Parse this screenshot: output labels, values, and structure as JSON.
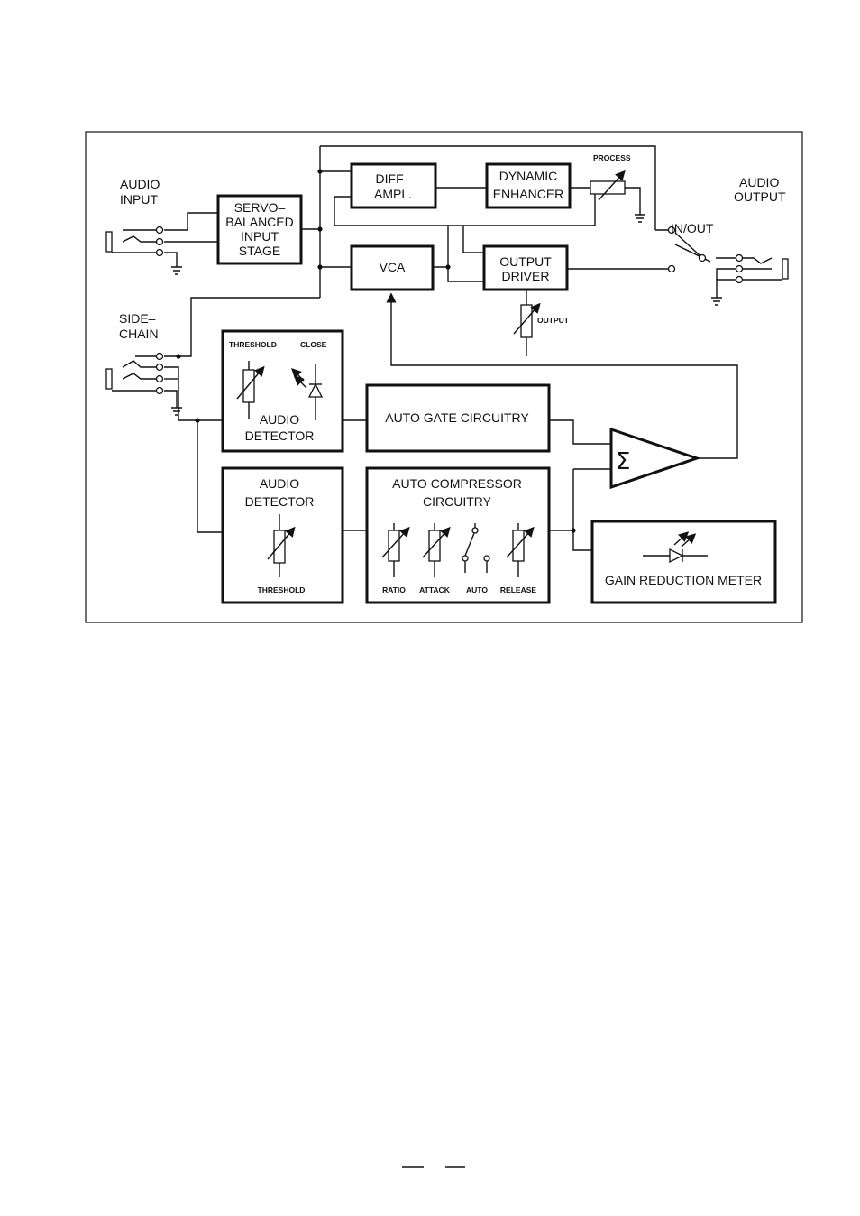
{
  "labels": {
    "audio_input": [
      "AUDIO",
      "INPUT"
    ],
    "audio_output": [
      "AUDIO",
      "OUTPUT"
    ],
    "sidechain": [
      "SIDE–",
      "CHAIN"
    ],
    "in_out": "IN/OUT",
    "process": "PROCESS",
    "output_pot": "OUTPUT"
  },
  "blocks": {
    "servo": [
      "SERVO–",
      "BALANCED",
      "INPUT",
      "STAGE"
    ],
    "diff": [
      "DIFF–",
      "AMPL."
    ],
    "enhancer": [
      "DYNAMIC",
      "ENHANCER"
    ],
    "vca": "VCA",
    "driver": [
      "OUTPUT",
      "DRIVER"
    ],
    "gate_detector": {
      "threshold": "THRESHOLD",
      "close": "CLOSE",
      "title": [
        "AUDIO",
        "DETECTOR"
      ]
    },
    "auto_gate": "AUTO  GATE  CIRCUITRY",
    "comp_detector": {
      "title": [
        "AUDIO",
        "DETECTOR"
      ],
      "threshold": "THRESHOLD"
    },
    "compressor": {
      "title": [
        "AUTO  COMPRESSOR",
        "CIRCUITRY"
      ],
      "controls": [
        "RATIO",
        "ATTACK",
        "AUTO",
        "RELEASE"
      ]
    },
    "summer": "Σ",
    "meter": "GAIN  REDUCTION  METER"
  }
}
